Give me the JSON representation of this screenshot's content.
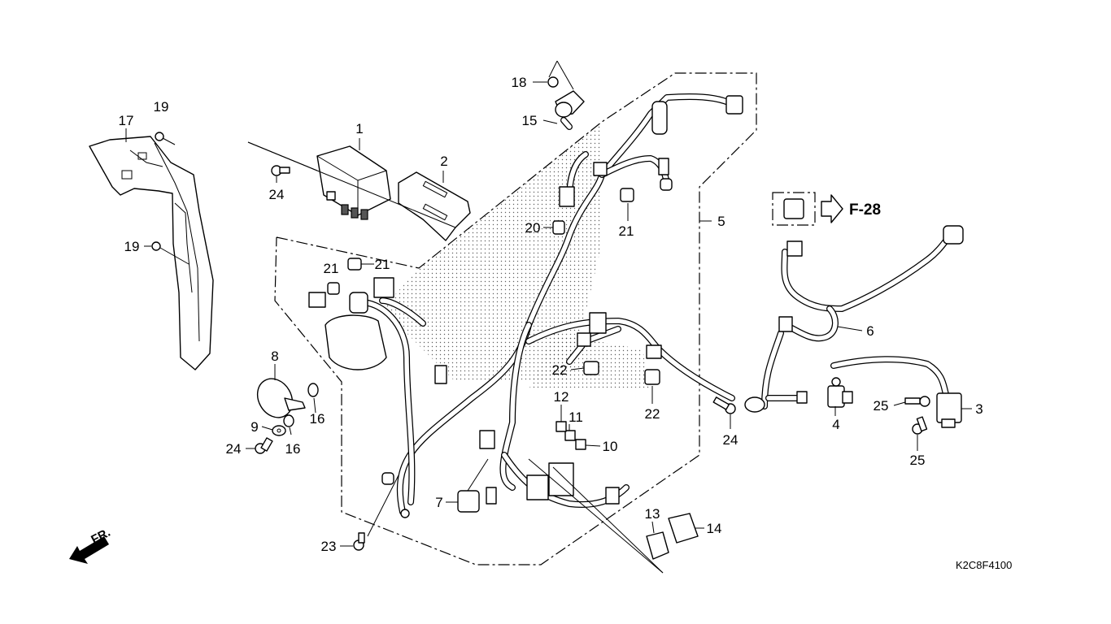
{
  "diagram": {
    "code": "K2C8F4100",
    "front_marker": "FR.",
    "ref_label": "F-28",
    "callouts": [
      {
        "id": "c1",
        "text": "1"
      },
      {
        "id": "c2",
        "text": "2"
      },
      {
        "id": "c3",
        "text": "3"
      },
      {
        "id": "c4",
        "text": "4"
      },
      {
        "id": "c5",
        "text": "5"
      },
      {
        "id": "c6",
        "text": "6"
      },
      {
        "id": "c7",
        "text": "7"
      },
      {
        "id": "c8",
        "text": "8"
      },
      {
        "id": "c9",
        "text": "9"
      },
      {
        "id": "c10",
        "text": "10"
      },
      {
        "id": "c11",
        "text": "11"
      },
      {
        "id": "c12",
        "text": "12"
      },
      {
        "id": "c13",
        "text": "13"
      },
      {
        "id": "c14",
        "text": "14"
      },
      {
        "id": "c15",
        "text": "15"
      },
      {
        "id": "c16a",
        "text": "16"
      },
      {
        "id": "c16b",
        "text": "16"
      },
      {
        "id": "c17",
        "text": "17"
      },
      {
        "id": "c18",
        "text": "18"
      },
      {
        "id": "c19a",
        "text": "19"
      },
      {
        "id": "c19b",
        "text": "19"
      },
      {
        "id": "c20",
        "text": "20"
      },
      {
        "id": "c21a",
        "text": "21"
      },
      {
        "id": "c21b",
        "text": "21"
      },
      {
        "id": "c21c",
        "text": "21"
      },
      {
        "id": "c22a",
        "text": "22"
      },
      {
        "id": "c22b",
        "text": "22"
      },
      {
        "id": "c23",
        "text": "23"
      },
      {
        "id": "c24a",
        "text": "24"
      },
      {
        "id": "c24b",
        "text": "24"
      },
      {
        "id": "c24c",
        "text": "24"
      },
      {
        "id": "c25a",
        "text": "25"
      },
      {
        "id": "c25b",
        "text": "25"
      }
    ]
  }
}
